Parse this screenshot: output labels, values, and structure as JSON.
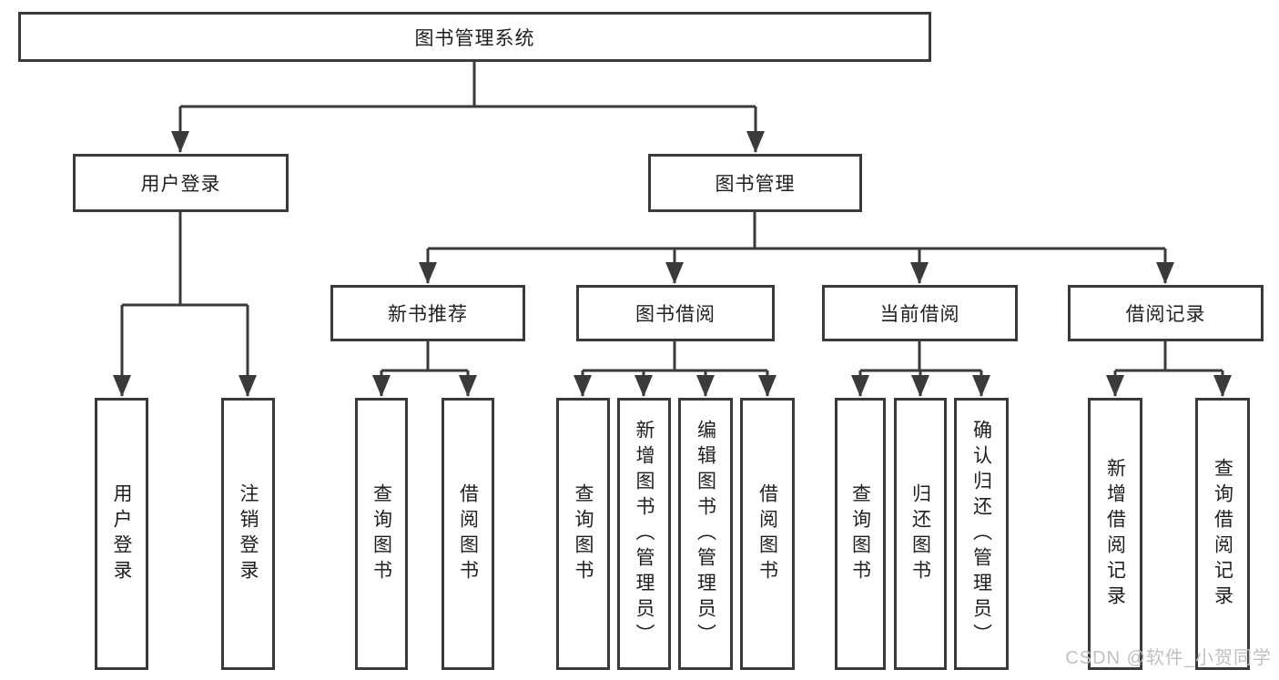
{
  "colors": {
    "line": "#3a3a3a",
    "text": "#1f1f1f",
    "watermark_gray": "#c0c0c0",
    "background": "#ffffff"
  },
  "watermark": "CSDN @软件_小贺同学",
  "tree": {
    "label": "图书管理系统",
    "children": [
      {
        "label": "用户登录",
        "children": [
          {
            "label": "用户登录"
          },
          {
            "label": "注销登录"
          }
        ]
      },
      {
        "label": "图书管理",
        "children": [
          {
            "label": "新书推荐",
            "children": [
              {
                "label": "查询图书"
              },
              {
                "label": "借阅图书"
              }
            ]
          },
          {
            "label": "图书借阅",
            "children": [
              {
                "label": "查询图书"
              },
              {
                "label": "新增图书（管理员）"
              },
              {
                "label": "编辑图书（管理员）"
              },
              {
                "label": "借阅图书"
              }
            ]
          },
          {
            "label": "当前借阅",
            "children": [
              {
                "label": "查询图书"
              },
              {
                "label": "归还图书"
              },
              {
                "label": "确认归还（管理员）"
              }
            ]
          },
          {
            "label": "借阅记录",
            "children": [
              {
                "label": "新增借阅记录"
              },
              {
                "label": "查询借阅记录"
              }
            ]
          }
        ]
      }
    ]
  }
}
